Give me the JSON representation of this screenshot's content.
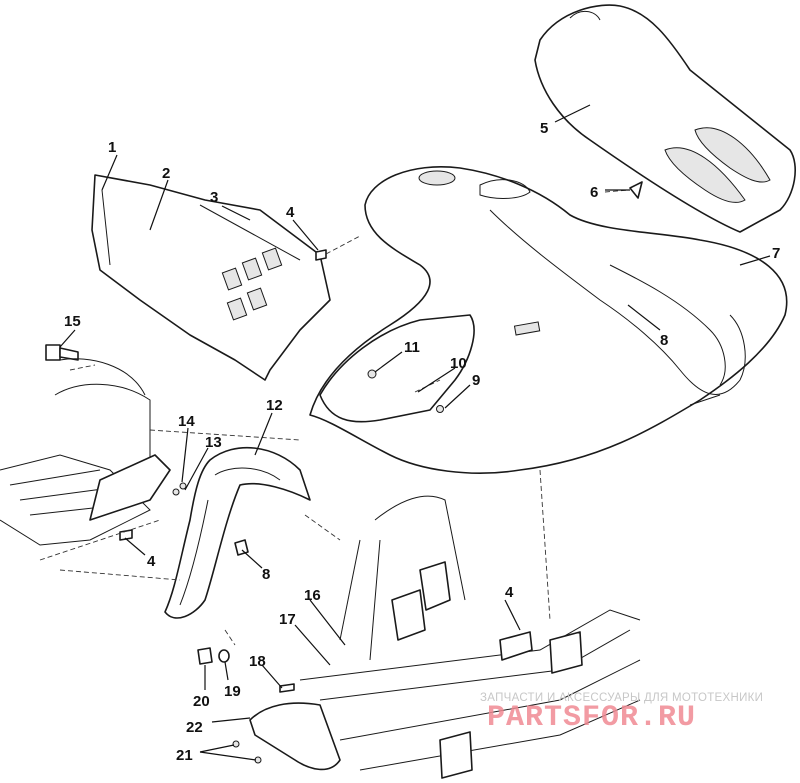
{
  "diagram": {
    "callouts": [
      "1",
      "2",
      "3",
      "4",
      "5",
      "6",
      "7",
      "8",
      "11",
      "10",
      "9",
      "15",
      "12",
      "14",
      "13",
      "4",
      "8",
      "16",
      "4",
      "17",
      "18",
      "20",
      "19",
      "22",
      "21"
    ]
  },
  "watermark": {
    "tagline": "ЗАПЧАСТИ И АКСЕССУАРЫ ДЛЯ МОТОТЕХНИКИ",
    "logo": "PARTSFOR.RU"
  }
}
